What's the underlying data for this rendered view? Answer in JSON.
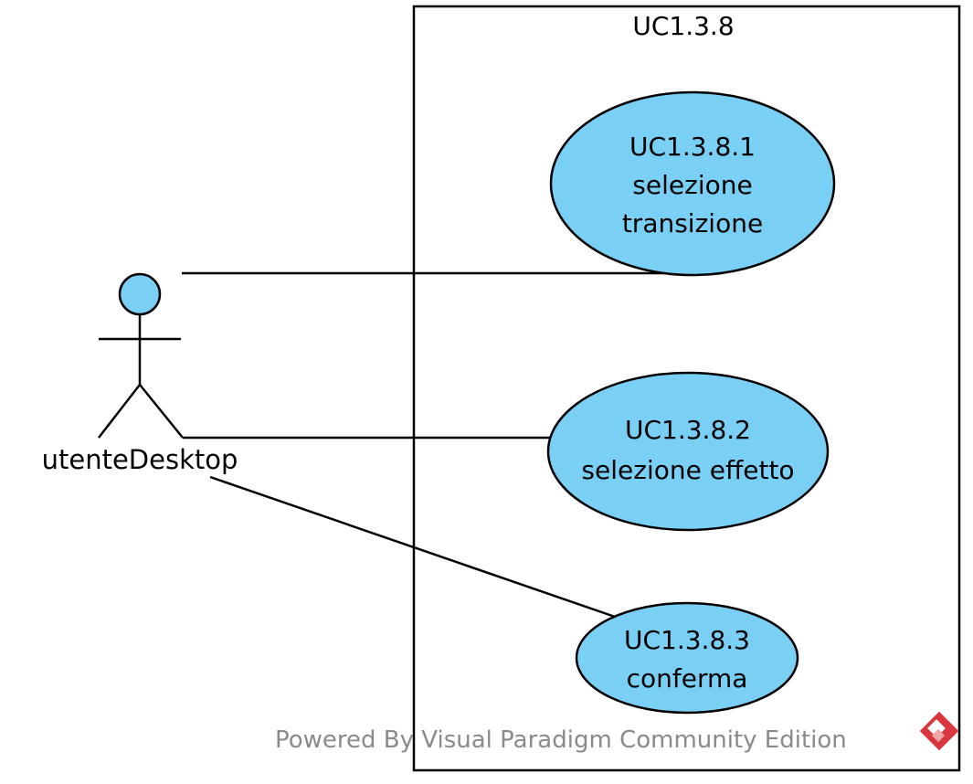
{
  "system": {
    "name": "UC1.3.8"
  },
  "actor": {
    "name": "utenteDesktop"
  },
  "use_cases": [
    {
      "id": "UC1.3.8.1",
      "lines": [
        "UC1.3.8.1",
        "selezione",
        "transizione"
      ]
    },
    {
      "id": "UC1.3.8.2",
      "lines": [
        "UC1.3.8.2",
        "selezione effetto"
      ]
    },
    {
      "id": "UC1.3.8.3",
      "lines": [
        "UC1.3.8.3",
        "conferma"
      ]
    }
  ],
  "watermark": {
    "text": "Powered By Visual Paradigm Community Edition"
  },
  "colors": {
    "use_case_fill": "#7acff5",
    "stroke": "#000000",
    "watermark_text": "#8a8a8a",
    "logo": "#d9363e"
  }
}
